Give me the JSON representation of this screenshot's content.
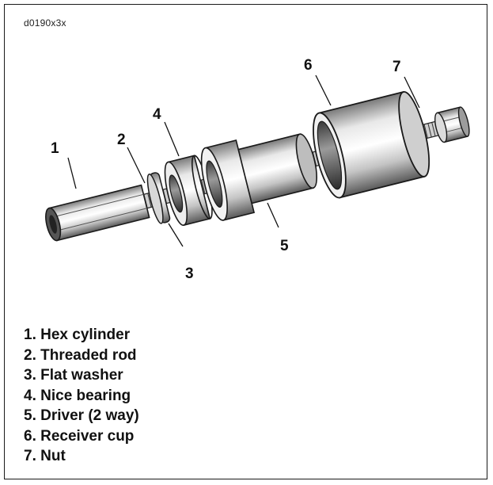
{
  "figure_id": "d0190x3x",
  "callouts": [
    {
      "num": "1"
    },
    {
      "num": "2"
    },
    {
      "num": "3"
    },
    {
      "num": "4"
    },
    {
      "num": "5"
    },
    {
      "num": "6"
    },
    {
      "num": "7"
    }
  ],
  "legend": [
    {
      "text": "1. Hex cylinder"
    },
    {
      "text": "2. Threaded rod"
    },
    {
      "text": "3. Flat washer"
    },
    {
      "text": "4. Nice bearing"
    },
    {
      "text": "5. Driver (2 way)"
    },
    {
      "text": "6. Receiver cup"
    },
    {
      "text": "7. Nut"
    }
  ]
}
